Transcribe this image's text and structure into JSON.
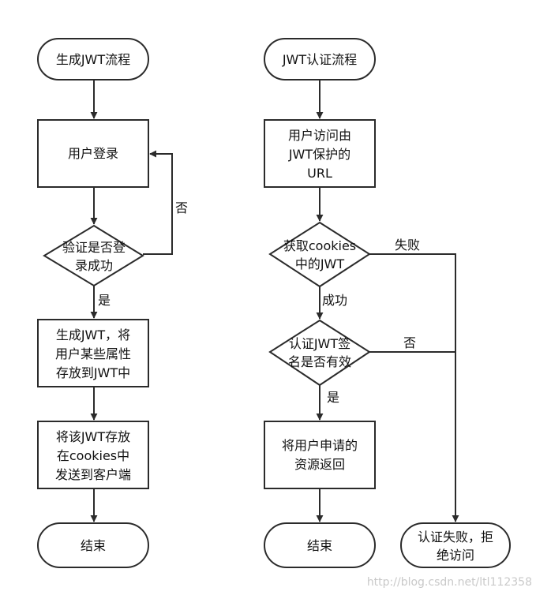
{
  "left": {
    "start": "生成JWT流程",
    "login": "用户登录",
    "check": [
      "验证是否登",
      "录成功"
    ],
    "no": "否",
    "yes": "是",
    "generate": [
      "生成JWT，将",
      "用户某些属性",
      "存放到JWT中"
    ],
    "store": [
      "将该JWT存放",
      "在cookies中",
      "发送到客户端"
    ],
    "end": "结束"
  },
  "right": {
    "start": "JWT认证流程",
    "access": [
      "用户访问由",
      "JWT保护的",
      "URL"
    ],
    "get_cookie": [
      "获取cookies",
      "中的JWT"
    ],
    "fail": "失败",
    "success": "成功",
    "verify": [
      "认证JWT签",
      "名是否有效"
    ],
    "no": "否",
    "yes": "是",
    "return": [
      "将用户申请的",
      "资源返回"
    ],
    "end": "结束",
    "deny": [
      "认证失败，拒",
      "绝访问"
    ]
  },
  "watermark": "http://blog.csdn.net/ltl112358"
}
